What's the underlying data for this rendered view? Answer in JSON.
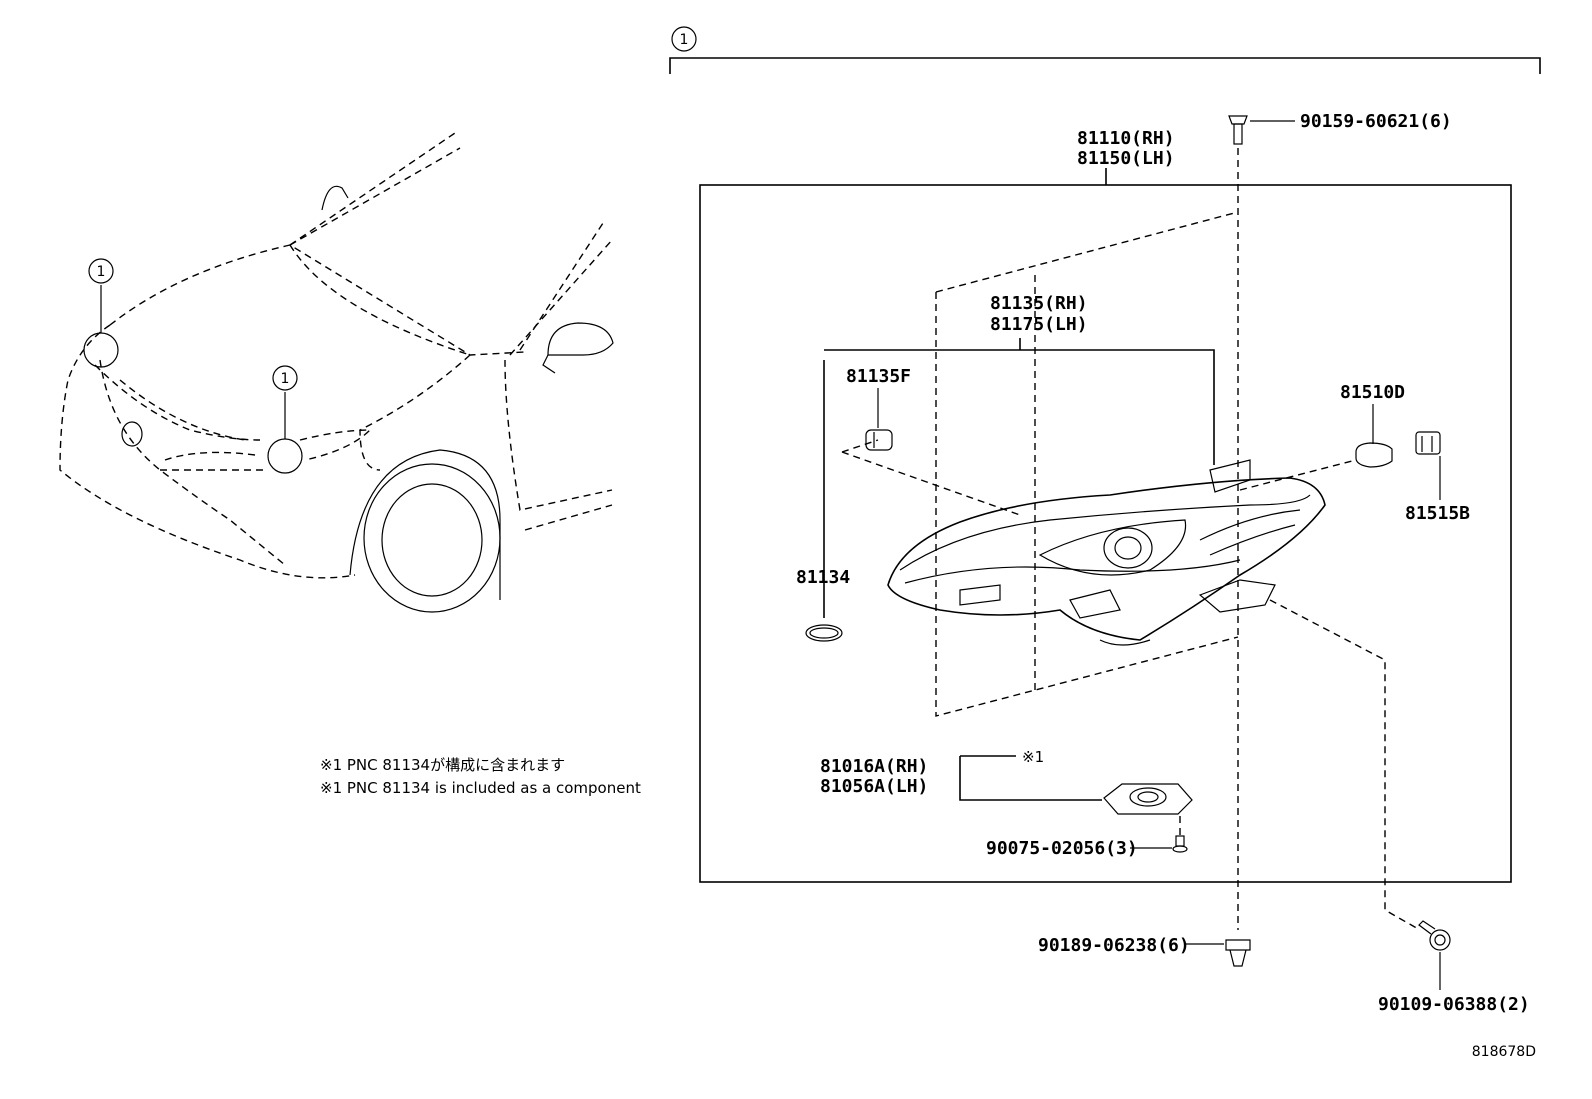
{
  "group_index": "1",
  "parts": {
    "bolt_top": "90159-60621(6)",
    "headlamp_rh": "81110(RH)",
    "headlamp_lh": "81150(LH)",
    "unit_rh": "81135(RH)",
    "unit_lh": "81175(LH)",
    "part_81135f": "81135F",
    "part_81510d": "81510D",
    "part_81515b": "81515B",
    "part_81134": "81134",
    "computer_rh": "81016A(RH)",
    "computer_lh": "81056A(LH)",
    "computer_note_ref": "※1",
    "screw_small": "90075-02056(3)",
    "clip_bottom": "90189-06238(6)",
    "bolt_bottom": "90109-06388(2)"
  },
  "notes": {
    "jp": "※1 PNC 81134が構成に含まれます",
    "en": "※1 PNC 81134 is included as a component"
  },
  "diagram_ref": "818678D"
}
